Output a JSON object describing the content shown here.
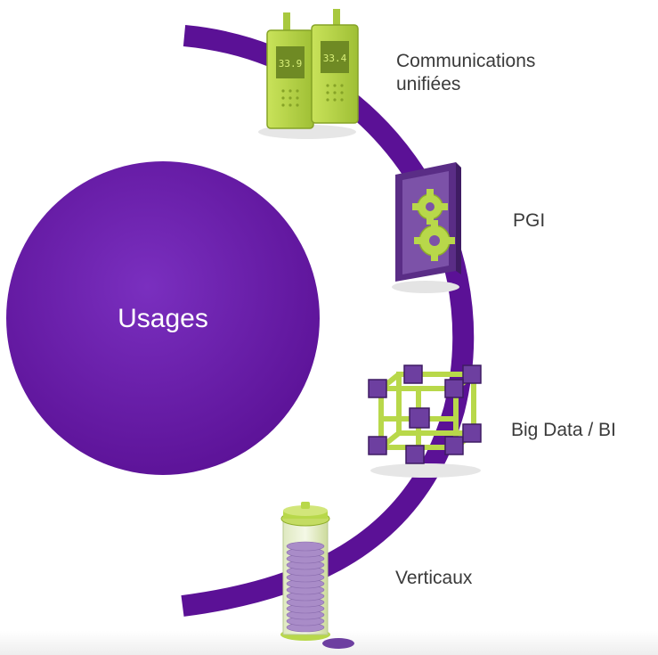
{
  "colors": {
    "purple": "#5b1196",
    "purple_light": "#7a2fbf",
    "green": "#b8d84a",
    "green_dark": "#8fae2a",
    "label_text": "#3a3a3a"
  },
  "center": {
    "label": "Usages"
  },
  "items": [
    {
      "label": "Communications\nunifiées",
      "icon": "walkie-talkie-icon",
      "screen_left": "33.9",
      "screen_right": "33.4"
    },
    {
      "label": "PGI",
      "icon": "gears-icon"
    },
    {
      "label": "Big Data / BI",
      "icon": "cube-network-icon"
    },
    {
      "label": "Verticaux",
      "icon": "coin-tube-icon"
    }
  ]
}
